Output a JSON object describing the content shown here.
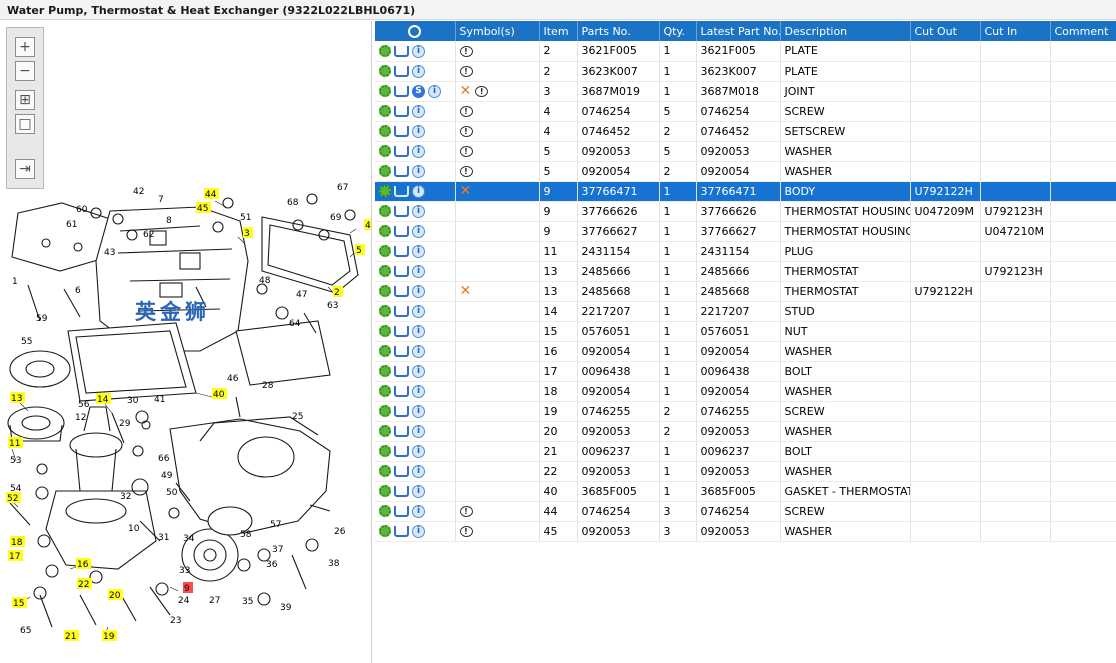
{
  "window": {
    "title": "Water Pump, Thermostat & Heat Exchanger (9322L022LBHL0671)"
  },
  "toolbar": {
    "zoom_in": "+",
    "zoom_out": "−",
    "fit": "⊞",
    "actual": "□",
    "export": "⇥"
  },
  "table": {
    "headers": [
      "",
      "Symbol(s)",
      "Item",
      "Parts No.",
      "Qty.",
      "Latest Part No.",
      "Description",
      "Cut Out",
      "Cut In",
      "Comment"
    ],
    "rows": [
      {
        "item": "2",
        "part": "3621F005",
        "qty": "1",
        "latest": "3621F005",
        "desc": "PLATE",
        "cut_out": "",
        "cut_in": "",
        "symbols": [
          "comment"
        ]
      },
      {
        "item": "2",
        "part": "3623K007",
        "qty": "1",
        "latest": "3623K007",
        "desc": "PLATE",
        "cut_out": "",
        "cut_in": "",
        "symbols": [
          "comment"
        ]
      },
      {
        "item": "3",
        "part": "3687M019",
        "qty": "1",
        "latest": "3687M018",
        "desc": "JOINT",
        "cut_out": "",
        "cut_in": "",
        "symbols": [
          "superseded",
          "comment"
        ],
        "sup": true
      },
      {
        "item": "4",
        "part": "0746254",
        "qty": "5",
        "latest": "0746254",
        "desc": "SCREW",
        "cut_out": "",
        "cut_in": "",
        "symbols": [
          "comment"
        ]
      },
      {
        "item": "4",
        "part": "0746452",
        "qty": "2",
        "latest": "0746452",
        "desc": "SETSCREW",
        "cut_out": "",
        "cut_in": "",
        "symbols": [
          "comment"
        ]
      },
      {
        "item": "5",
        "part": "0920053",
        "qty": "5",
        "latest": "0920053",
        "desc": "WASHER",
        "cut_out": "",
        "cut_in": "",
        "symbols": [
          "comment"
        ]
      },
      {
        "item": "5",
        "part": "0920054",
        "qty": "2",
        "latest": "0920054",
        "desc": "WASHER",
        "cut_out": "",
        "cut_in": "",
        "symbols": [
          "comment"
        ]
      },
      {
        "item": "9",
        "part": "37766471",
        "qty": "1",
        "latest": "37766471",
        "desc": "BODY",
        "cut_out": "U792122H",
        "cut_in": "",
        "symbols": [
          "superseded"
        ],
        "selected": true
      },
      {
        "item": "9",
        "part": "37766626",
        "qty": "1",
        "latest": "37766626",
        "desc": "THERMOSTAT HOUSING",
        "cut_out": "U047209M",
        "cut_in": "U792123H",
        "symbols": []
      },
      {
        "item": "9",
        "part": "37766627",
        "qty": "1",
        "latest": "37766627",
        "desc": "THERMOSTAT HOUSING",
        "cut_out": "",
        "cut_in": "U047210M",
        "symbols": []
      },
      {
        "item": "11",
        "part": "2431154",
        "qty": "1",
        "latest": "2431154",
        "desc": "PLUG",
        "cut_out": "",
        "cut_in": "",
        "symbols": []
      },
      {
        "item": "13",
        "part": "2485666",
        "qty": "1",
        "latest": "2485666",
        "desc": "THERMOSTAT",
        "cut_out": "",
        "cut_in": "U792123H",
        "symbols": []
      },
      {
        "item": "13",
        "part": "2485668",
        "qty": "1",
        "latest": "2485668",
        "desc": "THERMOSTAT",
        "cut_out": "U792122H",
        "cut_in": "",
        "symbols": [
          "superseded"
        ]
      },
      {
        "item": "14",
        "part": "2217207",
        "qty": "1",
        "latest": "2217207",
        "desc": "STUD",
        "cut_out": "",
        "cut_in": "",
        "symbols": []
      },
      {
        "item": "15",
        "part": "0576051",
        "qty": "1",
        "latest": "0576051",
        "desc": "NUT",
        "cut_out": "",
        "cut_in": "",
        "symbols": []
      },
      {
        "item": "16",
        "part": "0920054",
        "qty": "1",
        "latest": "0920054",
        "desc": "WASHER",
        "cut_out": "",
        "cut_in": "",
        "symbols": []
      },
      {
        "item": "17",
        "part": "0096438",
        "qty": "1",
        "latest": "0096438",
        "desc": "BOLT",
        "cut_out": "",
        "cut_in": "",
        "symbols": []
      },
      {
        "item": "18",
        "part": "0920054",
        "qty": "1",
        "latest": "0920054",
        "desc": "WASHER",
        "cut_out": "",
        "cut_in": "",
        "symbols": []
      },
      {
        "item": "19",
        "part": "0746255",
        "qty": "2",
        "latest": "0746255",
        "desc": "SCREW",
        "cut_out": "",
        "cut_in": "",
        "symbols": []
      },
      {
        "item": "20",
        "part": "0920053",
        "qty": "2",
        "latest": "0920053",
        "desc": "WASHER",
        "cut_out": "",
        "cut_in": "",
        "symbols": []
      },
      {
        "item": "21",
        "part": "0096237",
        "qty": "1",
        "latest": "0096237",
        "desc": "BOLT",
        "cut_out": "",
        "cut_in": "",
        "symbols": []
      },
      {
        "item": "22",
        "part": "0920053",
        "qty": "1",
        "latest": "0920053",
        "desc": "WASHER",
        "cut_out": "",
        "cut_in": "",
        "symbols": []
      },
      {
        "item": "40",
        "part": "3685F005",
        "qty": "1",
        "latest": "3685F005",
        "desc": "GASKET - THERMOSTAT HOUSING",
        "cut_out": "",
        "cut_in": "",
        "symbols": []
      },
      {
        "item": "44",
        "part": "0746254",
        "qty": "3",
        "latest": "0746254",
        "desc": "SCREW",
        "cut_out": "",
        "cut_in": "",
        "symbols": [
          "comment"
        ]
      },
      {
        "item": "45",
        "part": "0920053",
        "qty": "3",
        "latest": "0920053",
        "desc": "WASHER",
        "cut_out": "",
        "cut_in": "",
        "symbols": [
          "comment"
        ]
      }
    ]
  },
  "diagram": {
    "callouts_highlighted": [
      "44",
      "45",
      "3",
      "4",
      "5",
      "2",
      "40",
      "13",
      "14",
      "11",
      "52",
      "18",
      "17",
      "16",
      "15",
      "22",
      "20",
      "21",
      "19",
      "9"
    ],
    "callouts_plain": [
      "42",
      "7",
      "8",
      "60",
      "61",
      "62",
      "43",
      "1",
      "6",
      "59",
      "51",
      "67",
      "68",
      "69",
      "48",
      "47",
      "64",
      "63",
      "55",
      "56",
      "46",
      "12",
      "29",
      "30",
      "65",
      "66",
      "28",
      "25",
      "49",
      "50",
      "10",
      "31",
      "34",
      "33",
      "24",
      "27",
      "35",
      "36",
      "37",
      "38",
      "39",
      "53",
      "54",
      "23",
      "26",
      "57",
      "58",
      "41",
      "32"
    ]
  },
  "watermark": "英金狮"
}
